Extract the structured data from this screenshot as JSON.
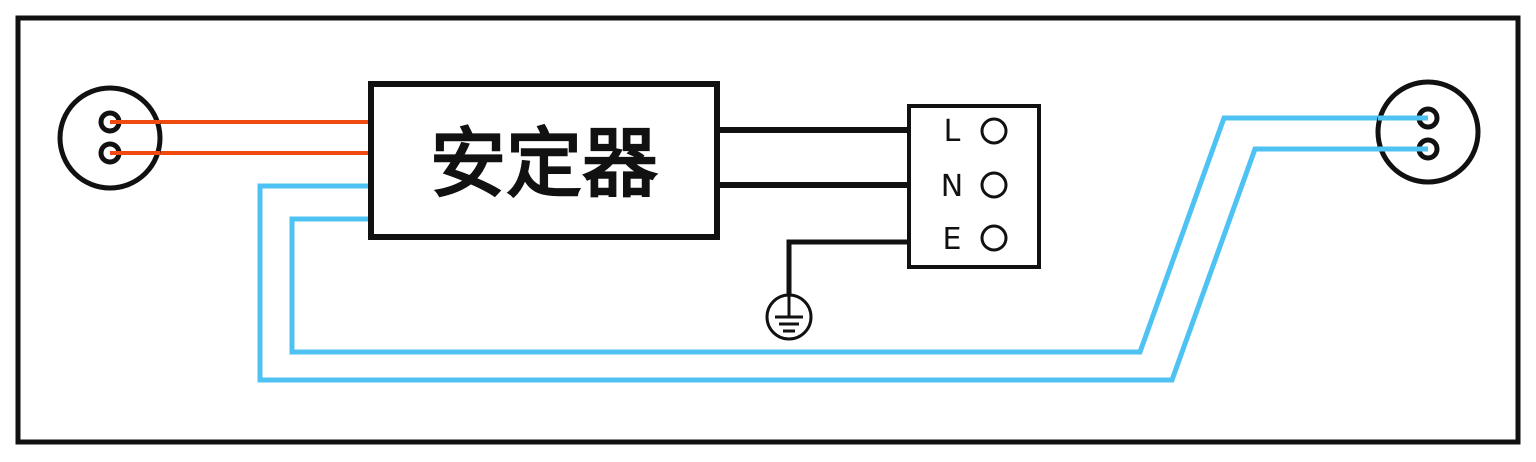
{
  "ballast": {
    "label": "安定器"
  },
  "terminal_block": {
    "terminals": [
      {
        "label": "L"
      },
      {
        "label": "N"
      },
      {
        "label": "E"
      }
    ]
  },
  "symbols": {
    "ground": "ground-icon",
    "lamp_socket": "lamp-socket-icon"
  },
  "wires": {
    "red": "#f04a10",
    "blue": "#4ec3f3",
    "black": "#111111"
  }
}
